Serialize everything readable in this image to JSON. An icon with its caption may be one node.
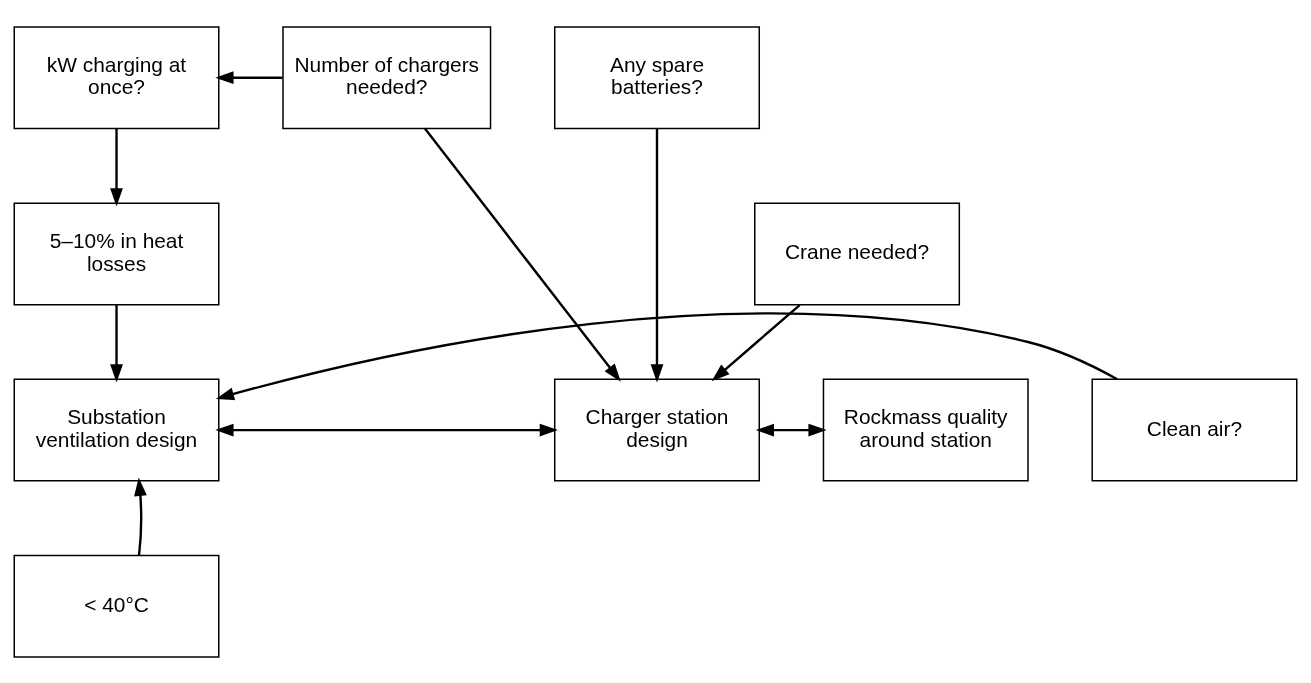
{
  "diagram": {
    "nodes": [
      {
        "text": [
          "kW charging at once?"
        ]
      },
      {
        "text": [
          "Number of chargers needed?"
        ]
      },
      {
        "text": [
          "Any spare batteries?"
        ]
      },
      {
        "text": [
          "5–10% in heat losses"
        ]
      },
      {
        "text": [
          "Crane needed?"
        ]
      },
      {
        "text": [
          "Clean air?"
        ]
      },
      {
        "text": [
          "Substation ventilation design"
        ]
      },
      {
        "text": [
          "Charger station design"
        ]
      },
      {
        "text": [
          "Rockmass quality around station"
        ]
      },
      {
        "text": [
          "< 40°C"
        ]
      }
    ],
    "edges": [
      {
        "from": 1,
        "to": 0,
        "arrow": "to"
      },
      {
        "from": 0,
        "to": 3,
        "arrow": "to"
      },
      {
        "from": 1,
        "to": 7,
        "arrow": "to"
      },
      {
        "from": 2,
        "to": 7,
        "arrow": "to"
      },
      {
        "from": 4,
        "to": 7,
        "arrow": "to"
      },
      {
        "from": 3,
        "to": 6,
        "arrow": "to"
      },
      {
        "from": 5,
        "to": 6,
        "arrow": "to"
      },
      {
        "from": 6,
        "to": 7,
        "arrow": "both"
      },
      {
        "from": 7,
        "to": 8,
        "arrow": "both"
      },
      {
        "from": 9,
        "to": 6,
        "arrow": "to"
      }
    ]
  }
}
